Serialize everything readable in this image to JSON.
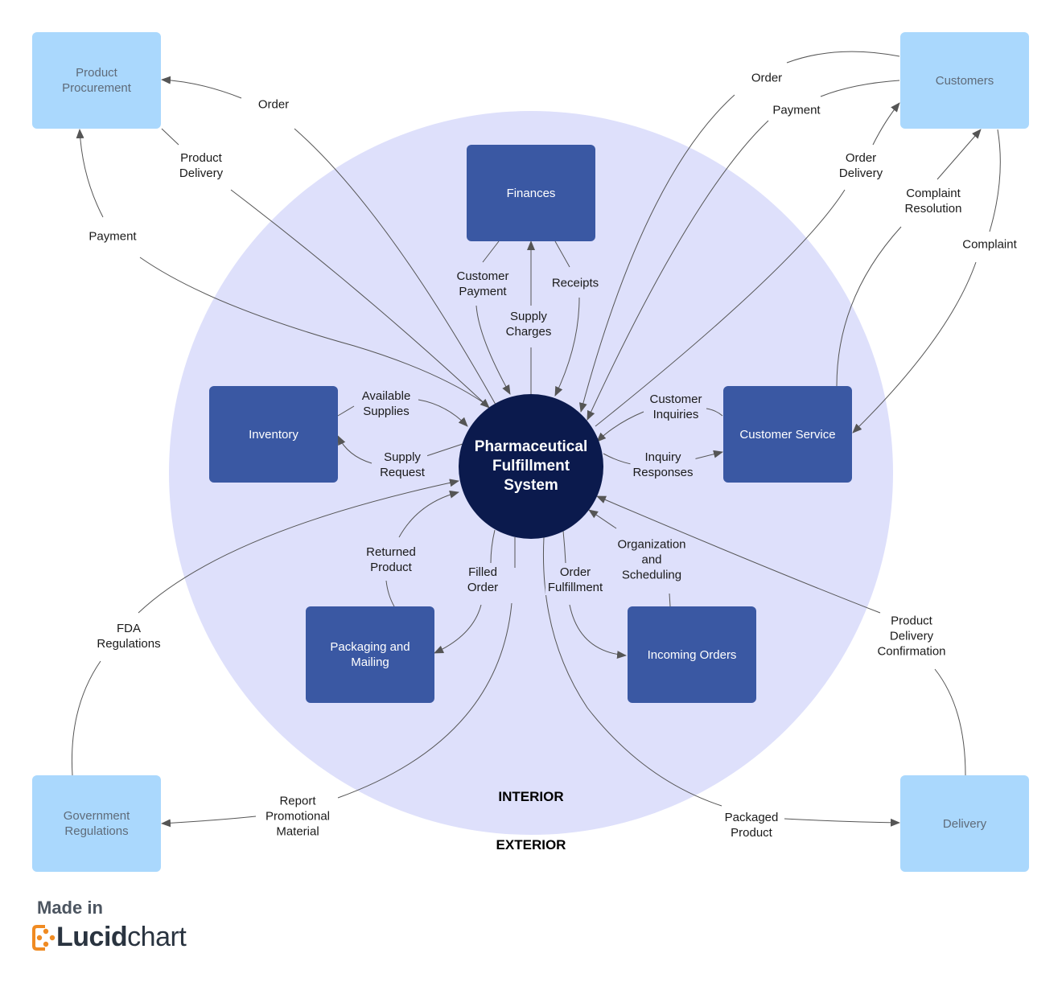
{
  "zones": {
    "interior": "INTERIOR",
    "exterior": "EXTERIOR"
  },
  "hub": {
    "label": "Pharmaceutical Fulfillment System"
  },
  "external_entities": {
    "product_procurement": "Product Procurement",
    "customers": "Customers",
    "government_regulations": "Government Regulations",
    "delivery": "Delivery"
  },
  "internal_processes": {
    "finances": "Finances",
    "inventory": "Inventory",
    "customer_service": "Customer Service",
    "packaging_mailing": "Packaging and Mailing",
    "incoming_orders": "Incoming Orders"
  },
  "flows": {
    "pp_order": "Order",
    "pp_product_delivery": "Product\nDelivery",
    "pp_payment": "Payment",
    "cu_order": "Order",
    "cu_payment": "Payment",
    "cu_order_delivery": "Order\nDelivery",
    "cu_complaint_resolution": "Complaint\nResolution",
    "cu_complaint": "Complaint",
    "fin_customer_payment": "Customer\nPayment",
    "fin_receipts": "Receipts",
    "fin_supply_charges": "Supply\nCharges",
    "inv_available_supplies": "Available\nSupplies",
    "inv_supply_request": "Supply\nRequest",
    "cs_customer_inquiries": "Customer\nInquiries",
    "cs_inquiry_responses": "Inquiry\nResponses",
    "pm_returned_product": "Returned\nProduct",
    "pm_filled_order": "Filled\nOrder",
    "io_order_fulfillment": "Order\nFulfillment",
    "io_org_scheduling": "Organization\nand\nScheduling",
    "gr_fda_regulations": "FDA\nRegulations",
    "gr_report_promo": "Report\nPromotional\nMaterial",
    "dl_product_delivery_confirmation": "Product\nDelivery\nConfirmation",
    "dl_packaged_product": "Packaged\nProduct"
  },
  "footer": {
    "made_in": "Made in",
    "brand_bold": "Lucid",
    "brand_rest": "chart"
  },
  "colors": {
    "interior_circle": "#dee0fb",
    "external_box": "#aad8fd",
    "internal_box": "#3a58a3",
    "hub": "#0b1a4d",
    "connector": "#555555",
    "brand_orange": "#f08b22"
  }
}
